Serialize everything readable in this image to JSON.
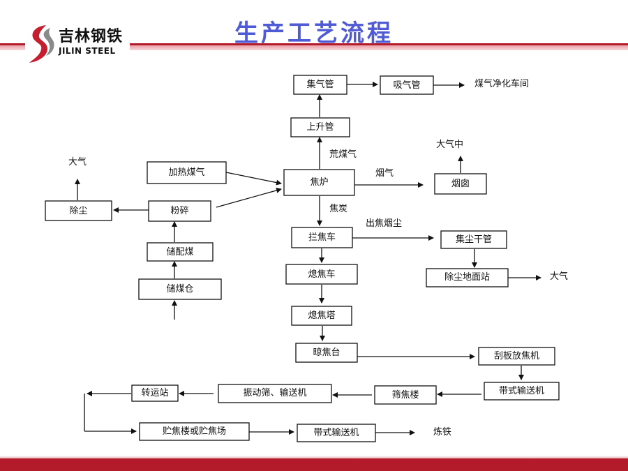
{
  "header": {
    "title": "生产工艺流程",
    "logo_cn": "吉林钢铁",
    "logo_en": "JILIN STEEL"
  },
  "nodes": {
    "jiqiguan": "集气管",
    "xiqiguan": "吸气管",
    "shangshengguan": "上升管",
    "jialu": "焦炉",
    "jiarmeiqi": "加热煤气",
    "fensui": "粉碎",
    "chuchen_left": "除尘",
    "peimei": "储配煤",
    "chumeicang": "储煤仓",
    "yancong": "烟囱",
    "lanjiaoche": "拦焦车",
    "jichenganguan": "集尘干管",
    "chuchen_station": "除尘地面站",
    "xijiaoche": "熄焦车",
    "xijiaota": "熄焦塔",
    "liangjiaotai": "晾焦台",
    "guabanfangjiaoji": "刮板放焦机",
    "daishishusongji_1": "带式输送机",
    "shaijiaolou": "筛焦楼",
    "zhendongshai": "振动筛、输送机",
    "zhuanyunzhan": "转运站",
    "zhujiao": "贮焦楼或贮焦场",
    "daishishusongji_2": "带式输送机"
  },
  "edge_labels": {
    "meiqi_jinghua": "煤气净化车间",
    "huangmeiqi": "荒煤气",
    "daqi_top_right": "大气中",
    "yanqi": "烟气",
    "daqi_left": "大气",
    "jiaotan": "焦炭",
    "chujiaoyanchen": "出焦烟尘",
    "daqi_right": "大气",
    "liantie": "炼铁"
  }
}
